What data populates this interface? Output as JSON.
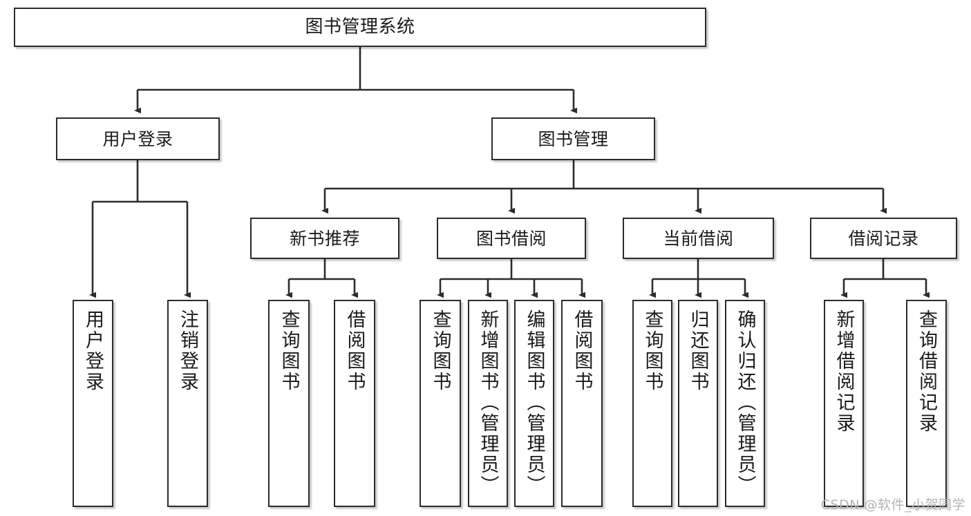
{
  "diagram": {
    "title": "图书管理系统",
    "type": "tree",
    "colors": {
      "box_border": "#2b2b2b",
      "box_fill": "#ffffff",
      "connector": "#2b2b2b",
      "watermark": "#b4b4b4",
      "page_background": "#ffffff"
    },
    "watermark": "CSDN @软件_小贺同学",
    "nodes": {
      "root": {
        "label": "图书管理系统"
      },
      "level2": [
        {
          "id": "user-login",
          "label": "用户登录"
        },
        {
          "id": "book-manage",
          "label": "图书管理"
        }
      ],
      "level3": [
        {
          "id": "new-book-recommend",
          "label": "新书推荐"
        },
        {
          "id": "book-borrow",
          "label": "图书借阅"
        },
        {
          "id": "current-borrow",
          "label": "当前借阅"
        },
        {
          "id": "borrow-record",
          "label": "借阅记录"
        }
      ],
      "leaves": {
        "user_login": [
          {
            "id": "leaf-user-login",
            "label": "用户登录"
          },
          {
            "id": "leaf-logout",
            "label": "注销登录"
          }
        ],
        "new_book_recommend": [
          {
            "id": "leaf-query-book-1",
            "label": "查询图书"
          },
          {
            "id": "leaf-borrow-book-1",
            "label": "借阅图书"
          }
        ],
        "book_borrow": [
          {
            "id": "leaf-query-book-2",
            "label": "查询图书"
          },
          {
            "id": "leaf-add-book",
            "label": "新增图书（管理员）"
          },
          {
            "id": "leaf-edit-book",
            "label": "编辑图书（管理员）"
          },
          {
            "id": "leaf-borrow-book-2",
            "label": "借阅图书"
          }
        ],
        "current_borrow": [
          {
            "id": "leaf-query-book-3",
            "label": "查询图书"
          },
          {
            "id": "leaf-return-book",
            "label": "归还图书"
          },
          {
            "id": "leaf-confirm-return",
            "label": "确认归还（管理员）"
          }
        ],
        "borrow_record": [
          {
            "id": "leaf-add-record",
            "label": "新增借阅记录"
          },
          {
            "id": "leaf-query-record",
            "label": "查询借阅记录"
          }
        ]
      }
    }
  }
}
